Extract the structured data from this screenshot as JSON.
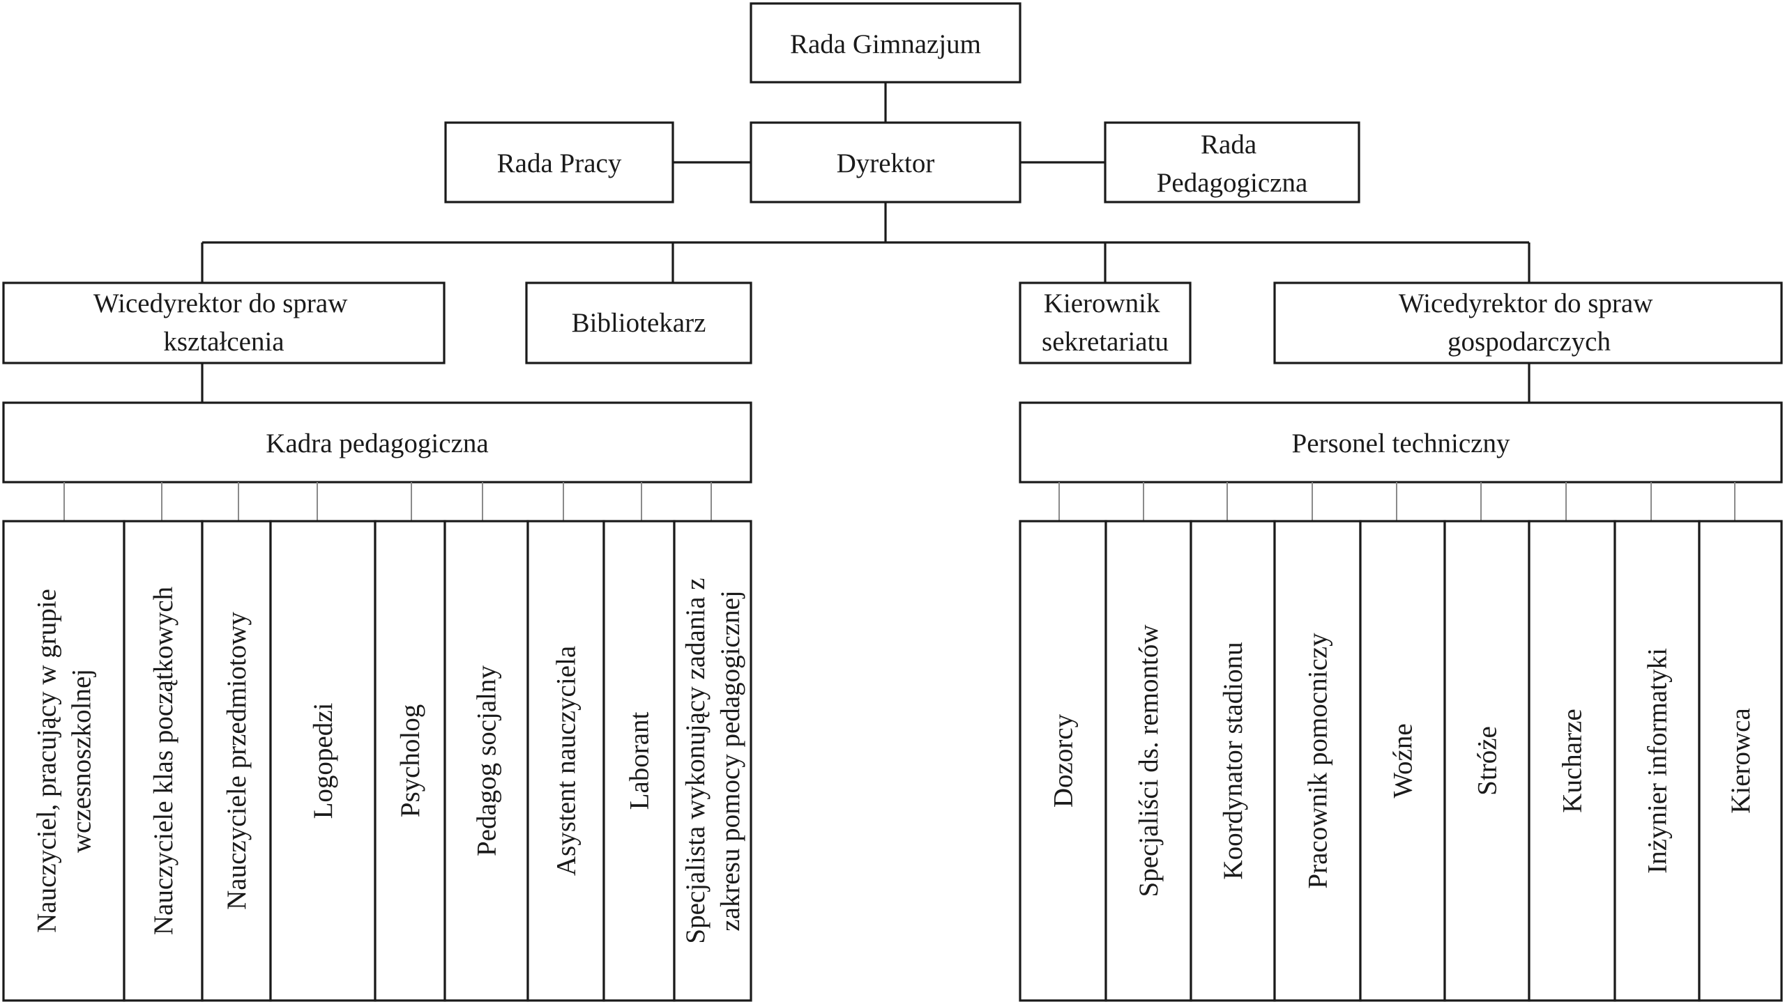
{
  "top": {
    "rada_gimnazjum": "Rada Gimnazjum",
    "dyrektor": "Dyrektor",
    "rada_pracy": "Rada Pracy",
    "rada_pedagogiczna": [
      "Rada",
      "Pedagogiczna"
    ]
  },
  "middle": {
    "wicedyrektor_ksztalcenia": [
      "Wicedyrektor do spraw",
      "kształcenia"
    ],
    "bibliotekarz": "Bibliotekarz",
    "kierownik_sekretariatu": [
      "Kierownik",
      "sekretariatu"
    ],
    "wicedyrektor_gospodarczych": [
      "Wicedyrektor do spraw",
      "gospodarczych"
    ]
  },
  "groups": {
    "kadra": "Kadra pedagogiczna",
    "personel": "Personel techniczny"
  },
  "kadra_members": [
    [
      "Nauczyciel, pracujący w grupie",
      "wczesnoszkolnej"
    ],
    [
      "Nauczyciele klas początkowych"
    ],
    [
      "Nauczyciele przedmiotowy"
    ],
    [
      "Logopedzi"
    ],
    [
      "Psycholog"
    ],
    [
      "Pedagog socjalny"
    ],
    [
      "Asystent nauczyciela"
    ],
    [
      "Laborant"
    ],
    [
      "Specjalista wykonujący zadania z",
      "zakresu pomocy pedagogicznej"
    ]
  ],
  "personel_members": [
    [
      "Dozorcy"
    ],
    [
      "Specjaliści ds. remontów"
    ],
    [
      "Koordynator stadionu"
    ],
    [
      "Pracownik pomocniczy"
    ],
    [
      "Woźne"
    ],
    [
      "Stróże"
    ],
    [
      "Kucharze"
    ],
    [
      "Inżynier informatyki"
    ],
    [
      "Kierowca"
    ]
  ]
}
